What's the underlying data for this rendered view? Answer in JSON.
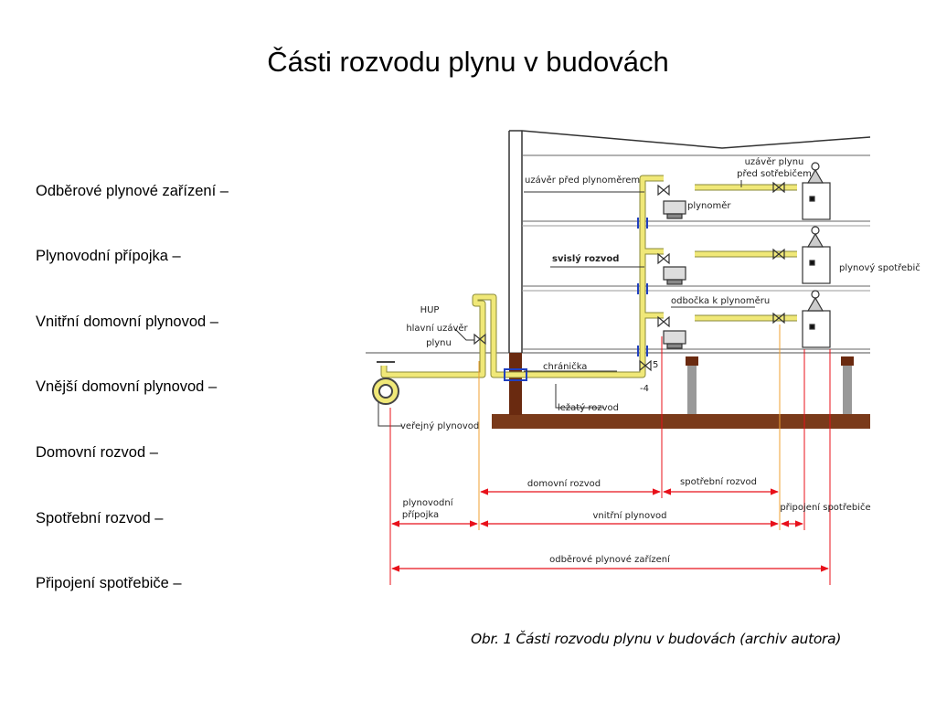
{
  "title": "Části rozvodu plynu v budovách",
  "terms": [
    "Odběrové plynové zařízení –",
    "Plynovodní přípojka –",
    "Vnitřní domovní  plynovod –",
    "Vnější domovní plynovod –",
    "Domovní rozvod –",
    "Spotřební rozvod –",
    "Připojení spotřebiče –"
  ],
  "diagram": {
    "labels": {
      "hup1": "HUP",
      "hup2": "hlavní uzávěr",
      "hup3": "plynu",
      "uzaver_pred_plynomerem": "uzávěr před plynoměrem",
      "uzaver_pred_spotrebicem1": "uzávěr plynu",
      "uzaver_pred_spotrebicem2": "před sotřebičem",
      "plynomer": "plynoměr",
      "svisly_rozvod": "svislý rozvod",
      "plynovy_spotrebic": "plynový spotřebič",
      "odbocka": "odbočka k plynoměru",
      "chranicka": "chránička",
      "lezaty_rozvod": "ležatý rozvod",
      "verejny_plynovod": "veřejný plynovod",
      "num5": "5",
      "num4": "-4",
      "dim_domovni": "domovní rozvod",
      "dim_spotrebni": "spotřební rozvod",
      "dim_pripojka1": "plynovodní",
      "dim_pripojka2": "přípojka",
      "dim_vnitrni": "vnitřní plynovod",
      "dim_pripojeni": "připojení spotřebiče",
      "dim_odberove": "odběrové plynové zařízení"
    },
    "colors": {
      "pipe": "#f0e878",
      "dimension": "#e8101a",
      "guide": "#f0a030",
      "ground": "#7a3a1a"
    }
  },
  "caption": "Obr. 1 Části rozvodu plynu v budovách (archiv autora)"
}
